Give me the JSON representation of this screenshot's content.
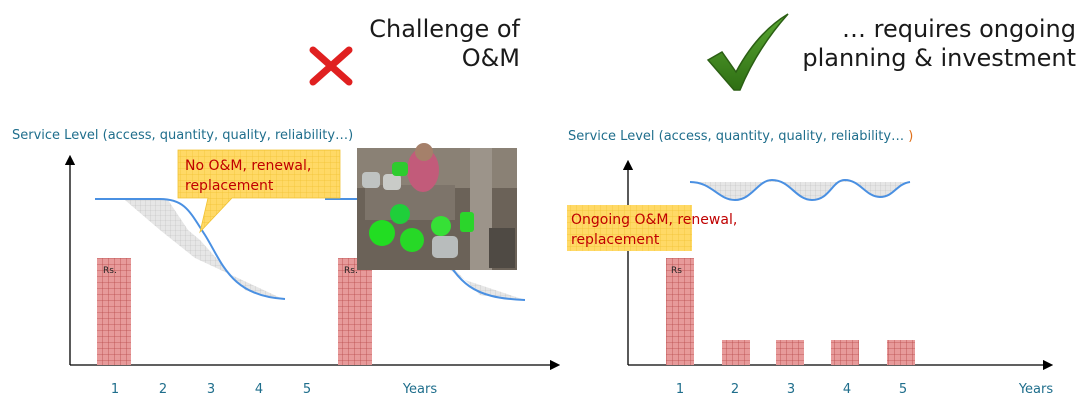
{
  "left": {
    "title_line1": "Challenge of",
    "title_line2": "O&M",
    "icon": "red-x-mark",
    "axis_title": "Service Level (access, quantity, quality, reliability…)",
    "callout_line1": "No O&M, renewal,",
    "callout_line2": "replacement",
    "x_labels": [
      "1",
      "2",
      "3",
      "4",
      "5",
      "Years"
    ],
    "bar_label_1": "Rs.",
    "bar_label_2": "Rs.",
    "photo": "people collecting water in containers"
  },
  "right": {
    "title_line1": "… requires ongoing",
    "title_line2": "planning & investment",
    "icon": "green-check-mark",
    "axis_title_main": "Service Level (access, quantity, quality, reliability… ",
    "axis_title_paren": ")",
    "callout_line1": "Ongoing O&M, renewal,",
    "callout_line2": "replacement",
    "x_labels": [
      "1",
      "2",
      "3",
      "4",
      "5",
      "Years"
    ],
    "bar_label": "Rs"
  },
  "colors": {
    "axis_title": "#1f6e8c",
    "callout_text": "#c00000",
    "callout_fill": "#ffd966",
    "bar_fill": "#e79a9a",
    "curve": "#4a90e2",
    "cross": "#e02020",
    "check": "#3a8a1f"
  }
}
